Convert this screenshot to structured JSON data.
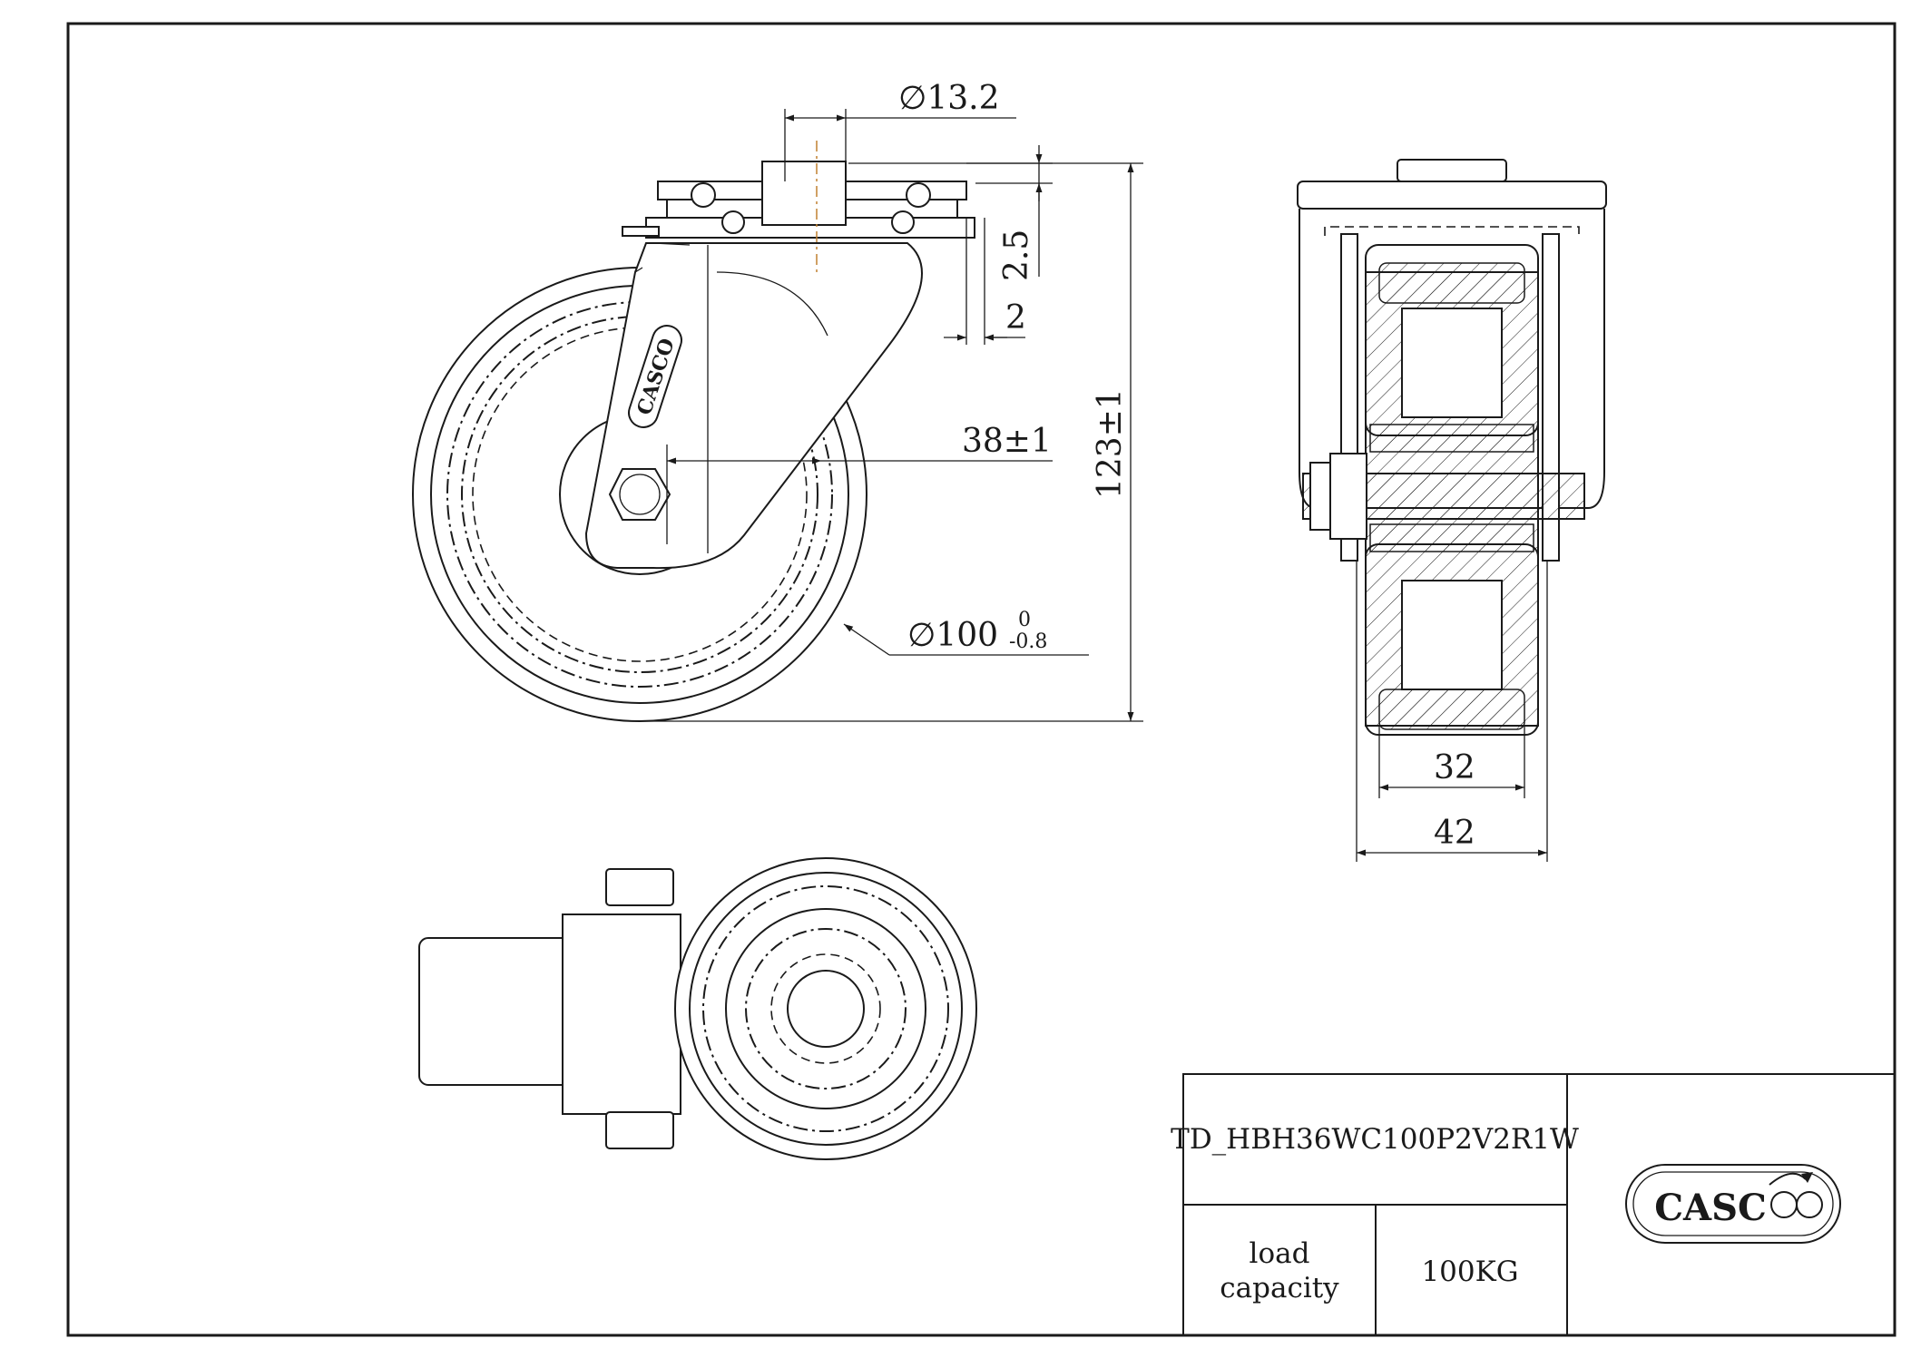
{
  "dimensions": {
    "stem_diameter": "∅13.2",
    "plate_thickness": "2.5",
    "offset_small": "2",
    "swivel_offset": "38±1",
    "total_height": "123±1",
    "wheel_diameter": "∅100",
    "wheel_tol_upper": "0",
    "wheel_tol_lower": "-0.8",
    "tread_width": "32",
    "fork_width": "42"
  },
  "title_block": {
    "model_code": "TD_HBH36WC100P2V2R1W",
    "load_label": "load\ncapacity",
    "load_label_line1": "load",
    "load_label_line2": "capacity",
    "load_value": "100KG",
    "logo_text": "CASC",
    "logo_icon": "wheel-swoosh-icon"
  },
  "fork_badge_text": "CASCO"
}
